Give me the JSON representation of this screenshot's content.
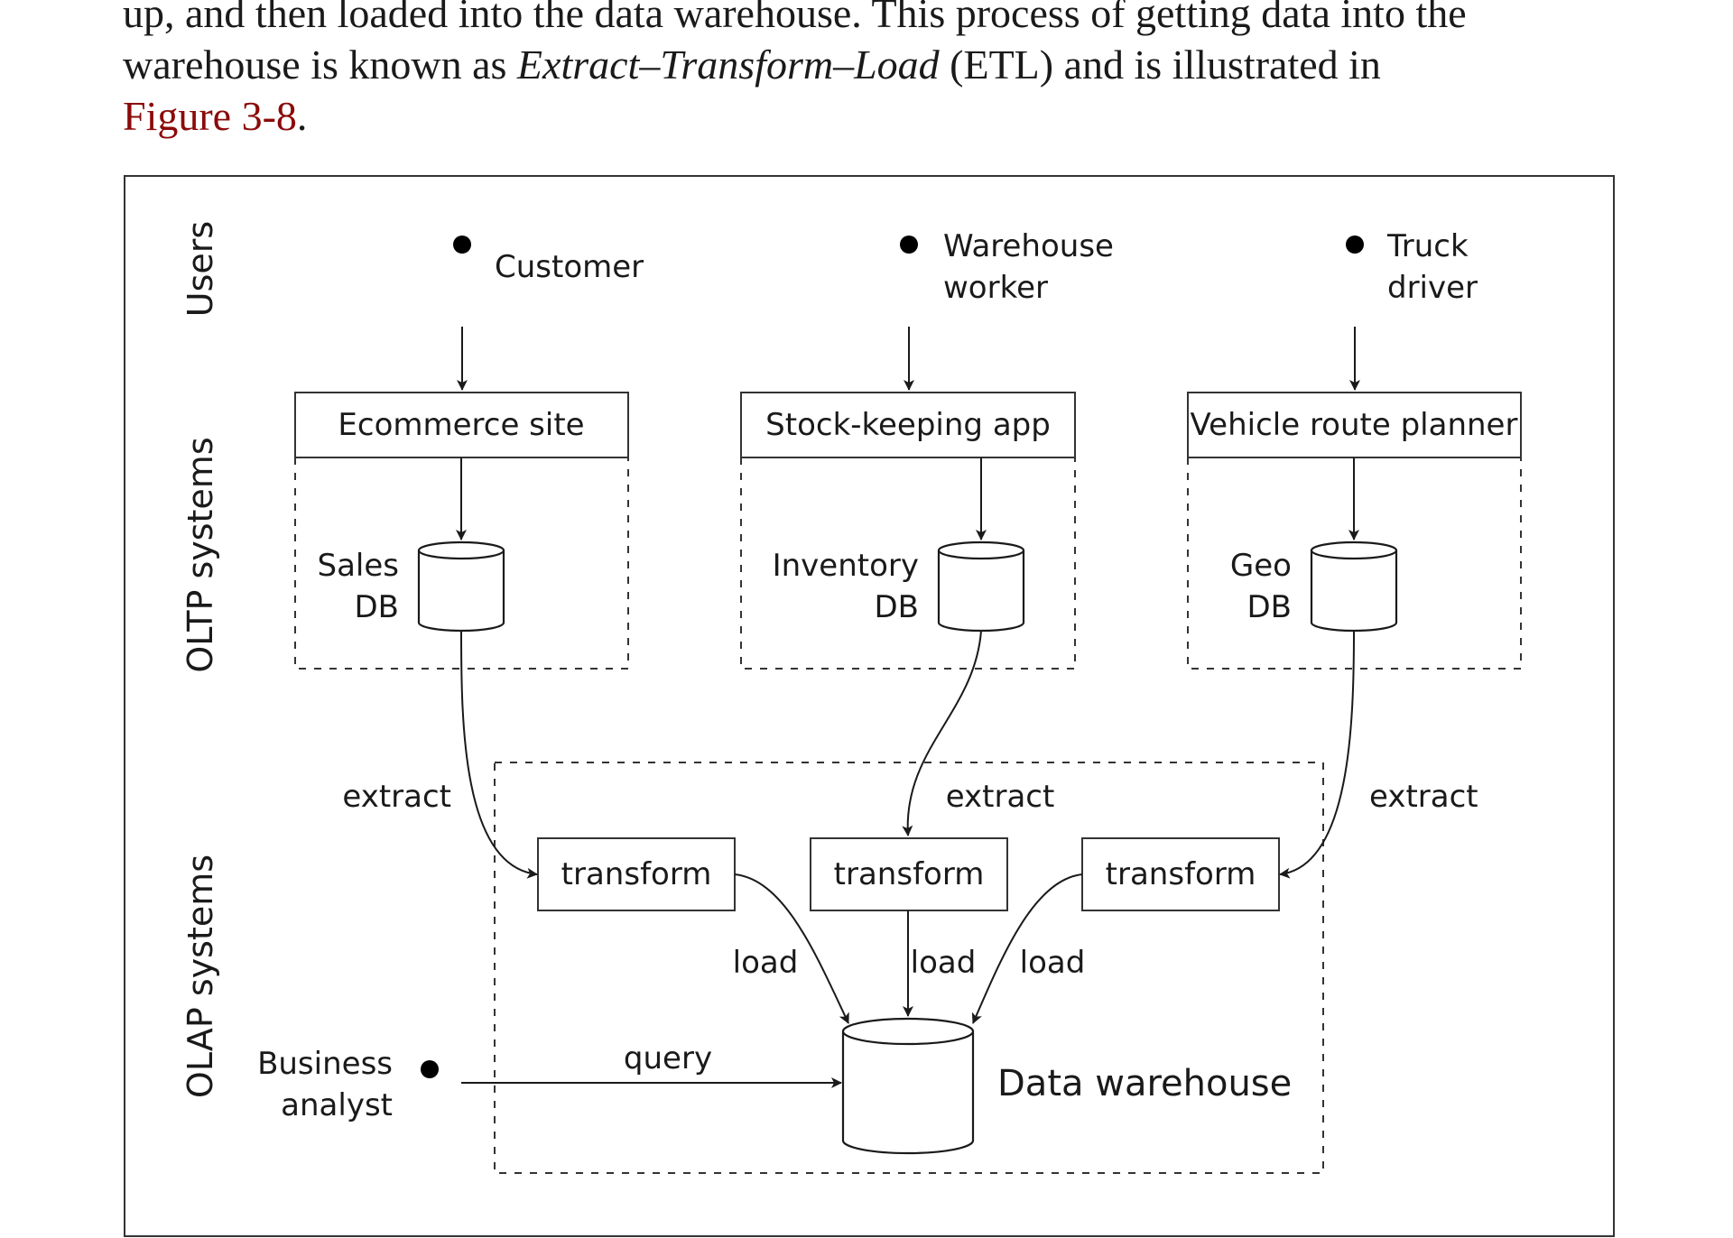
{
  "paragraph": {
    "line1": "up, and then loaded into the data warehouse. This process of getting data into the",
    "line2_start": "warehouse is known as ",
    "line2_emph": "Extract–Transform–Load",
    "line2_end": " (ETL) and is illustrated in",
    "xref": "Figure 3-8",
    "end": "."
  },
  "lanes": {
    "users": "Users",
    "oltp": "OLTP systems",
    "olap": "OLAP systems"
  },
  "users": {
    "customer": "Customer",
    "warehouse_worker_1": "Warehouse",
    "warehouse_worker_2": "worker",
    "truck_driver_1": "Truck",
    "truck_driver_2": "driver"
  },
  "apps": {
    "ecommerce": "Ecommerce site",
    "stock": "Stock-keeping app",
    "route": "Vehicle route planner"
  },
  "dbs": {
    "sales_1": "Sales",
    "sales_2": "DB",
    "inventory_1": "Inventory",
    "inventory_2": "DB",
    "geo_1": "Geo",
    "geo_2": "DB"
  },
  "etl": {
    "extract": "extract",
    "transform": "transform",
    "load": "load",
    "query": "query"
  },
  "analyst": {
    "line1": "Business",
    "line2": "analyst"
  },
  "warehouse": "Data warehouse"
}
